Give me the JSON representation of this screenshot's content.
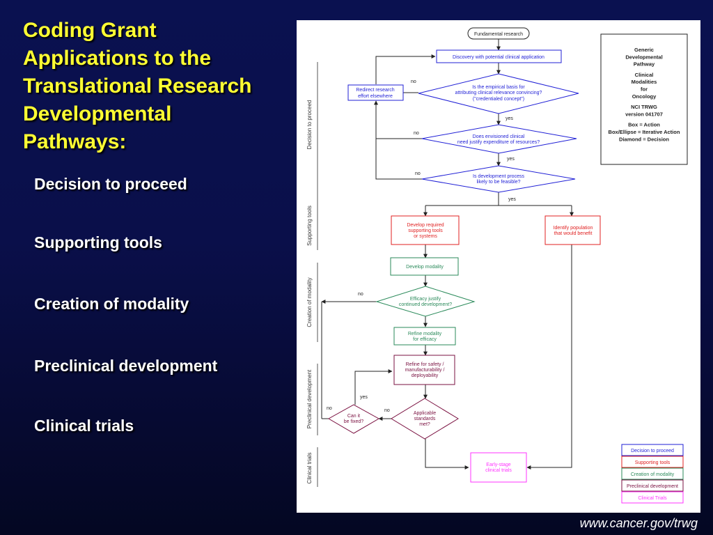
{
  "slide": {
    "title_lines": [
      "Coding Grant",
      "Applications to the",
      "Translational Research",
      "Developmental",
      "Pathways:"
    ],
    "bullets": [
      "Decision to proceed",
      "Supporting tools",
      "Creation of modality",
      "Preclinical development",
      "Clinical trials"
    ],
    "footer_url": "www.cancer.gov/trwg"
  },
  "colors": {
    "decision_to_proceed": "#1f1fd6",
    "supporting_tools": "#e02020",
    "creation_of_modality": "#2a8a5a",
    "preclinical_development": "#7a1040",
    "clinical_trials": "#ff33ff",
    "neutral": "#333333"
  },
  "diagram": {
    "phase_labels": [
      "Decision to proceed",
      "Supporting tools",
      "Creation of modality",
      "Preclinical development",
      "Clinical trials"
    ],
    "info_box": [
      "Generic",
      "Developmental",
      "Pathway",
      "",
      "Clinical",
      "Modalities",
      "for",
      "Oncology",
      "",
      "NCI TRWG",
      "version 041707",
      "",
      "Box = Action",
      "Box/Ellipse = Iterative Action",
      "Diamond = Decision"
    ],
    "nodes": {
      "fundamental_research": "Fundamental research",
      "discovery": "Discovery with potential clinical application",
      "redirect": [
        "Redirect research",
        "effort elsewhere"
      ],
      "empirical_basis": [
        "Is the empirical basis for",
        "attributing clinical relevance convincing?",
        "(\"credentialed concept\")"
      ],
      "clinical_need": [
        "Does envisioned clinical",
        "need justify expenditure of resources?"
      ],
      "feasible": [
        "Is development process",
        "likely to be feasible?"
      ],
      "develop_tools": [
        "Develop required",
        "supporting tools",
        "or systems"
      ],
      "identify_population": [
        "Identify population",
        "that would benefit"
      ],
      "develop_modality": "Develop modality",
      "efficacy": [
        "Efficacy justify",
        "continued development?"
      ],
      "refine_efficacy": [
        "Refine modality",
        "for efficacy"
      ],
      "refine_safety": [
        "Refine for safety /",
        "manufacturability /",
        "deployability"
      ],
      "standards": [
        "Applicable",
        "standards",
        "met?"
      ],
      "can_fix": [
        "Can it",
        "be fixed?"
      ],
      "early_trials": [
        "Early-stage",
        "clinical trials"
      ]
    },
    "edge_labels": {
      "no": "no",
      "yes": "yes"
    },
    "legend": [
      "Decision to proceed",
      "Supporting tools",
      "Creation of modality",
      "Preclinical development",
      "Clinical Trials"
    ]
  }
}
